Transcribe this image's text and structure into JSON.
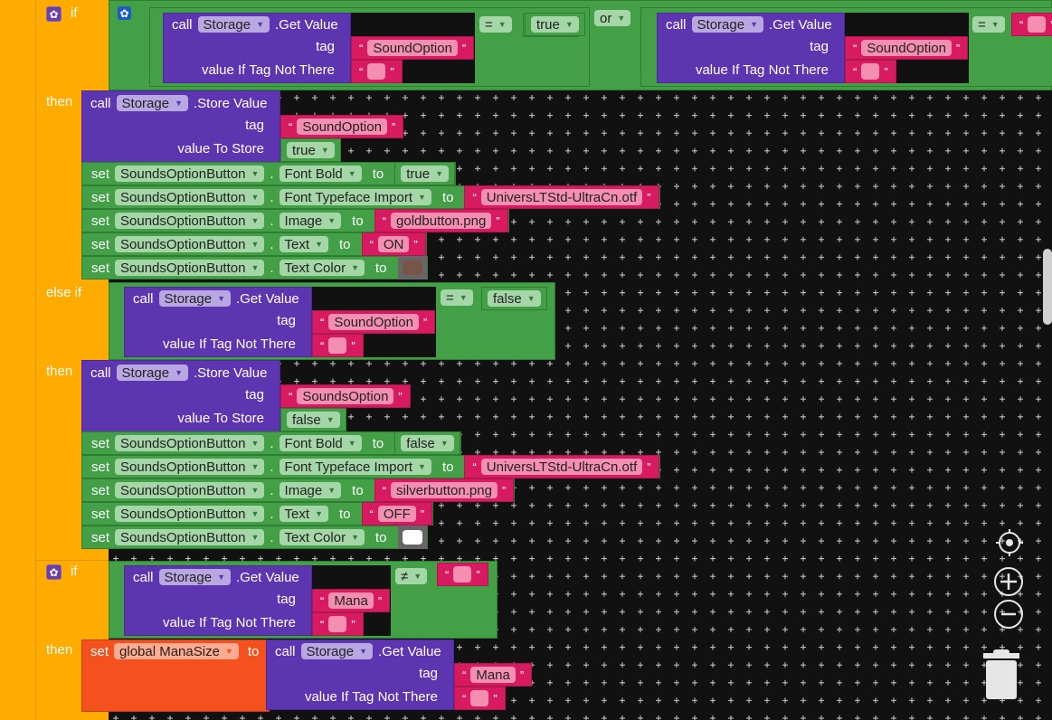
{
  "workspace": {
    "if1": {
      "if_label": "if",
      "then_label": "then",
      "else_if_label": "else if",
      "then2_label": "then",
      "condition": {
        "logic": "or",
        "left": {
          "get": {
            "call": "call",
            "component": "Storage",
            "method": ".Get Value",
            "tag_label": "tag",
            "default_label": "value If Tag Not There",
            "tag": "SoundOption",
            "default": ""
          },
          "op": "=",
          "value": "true"
        },
        "right": {
          "get": {
            "call": "call",
            "component": "Storage",
            "method": ".Get Value",
            "tag_label": "tag",
            "default_label": "value If Tag Not There",
            "tag": "SoundOption",
            "default": ""
          },
          "op": "=",
          "value": ""
        }
      },
      "then": {
        "store": {
          "call": "call",
          "component": "Storage",
          "method": ".Store Value",
          "tag_label": "tag",
          "value_label": "value To Store",
          "tag": "SoundOption",
          "value": "true"
        },
        "sets": [
          {
            "set": "set",
            "component": "SoundsOptionButton",
            "dot": ".",
            "property": "Font Bold",
            "to": "to",
            "type": "bool",
            "value": "true"
          },
          {
            "set": "set",
            "component": "SoundsOptionButton",
            "dot": ".",
            "property": "Font Typeface Import",
            "to": "to",
            "type": "text",
            "value": "UniversLTStd-UltraCn.otf"
          },
          {
            "set": "set",
            "component": "SoundsOptionButton",
            "dot": ".",
            "property": "Image",
            "to": "to",
            "type": "text",
            "value": "goldbutton.png"
          },
          {
            "set": "set",
            "component": "SoundsOptionButton",
            "dot": ".",
            "property": "Text",
            "to": "to",
            "type": "text",
            "value": "ON"
          },
          {
            "set": "set",
            "component": "SoundsOptionButton",
            "dot": ".",
            "property": "Text Color",
            "to": "to",
            "type": "color",
            "value": "#795548"
          }
        ]
      },
      "else_if_condition": {
        "get": {
          "call": "call",
          "component": "Storage",
          "method": ".Get Value",
          "tag_label": "tag",
          "default_label": "value If Tag Not There",
          "tag": "SoundOption",
          "default": ""
        },
        "op": "=",
        "value": "false"
      },
      "else_then": {
        "store": {
          "call": "call",
          "component": "Storage",
          "method": ".Store Value",
          "tag_label": "tag",
          "value_label": "value To Store",
          "tag": "SoundsOption",
          "value": "false"
        },
        "sets": [
          {
            "set": "set",
            "component": "SoundsOptionButton",
            "dot": ".",
            "property": "Font Bold",
            "to": "to",
            "type": "bool",
            "value": "false"
          },
          {
            "set": "set",
            "component": "SoundsOptionButton",
            "dot": ".",
            "property": "Font Typeface Import",
            "to": "to",
            "type": "text",
            "value": "UniversLTStd-UltraCn.otf"
          },
          {
            "set": "set",
            "component": "SoundsOptionButton",
            "dot": ".",
            "property": "Image",
            "to": "to",
            "type": "text",
            "value": "silverbutton.png"
          },
          {
            "set": "set",
            "component": "SoundsOptionButton",
            "dot": ".",
            "property": "Text",
            "to": "to",
            "type": "text",
            "value": "OFF"
          },
          {
            "set": "set",
            "component": "SoundsOptionButton",
            "dot": ".",
            "property": "Text Color",
            "to": "to",
            "type": "color",
            "value": "#ffffff"
          }
        ]
      }
    },
    "if2": {
      "if_label": "if",
      "then_label": "then",
      "condition": {
        "get": {
          "call": "call",
          "component": "Storage",
          "method": ".Get Value",
          "tag_label": "tag",
          "default_label": "value If Tag Not There",
          "tag": "Mana",
          "default": ""
        },
        "op": "≠",
        "value": ""
      },
      "then": {
        "set": "set",
        "variable": "global ManaSize",
        "to": "to",
        "get": {
          "call": "call",
          "component": "Storage",
          "method": ".Get Value",
          "tag_label": "tag",
          "default_label": "value If Tag Not There",
          "tag": "Mana",
          "default": ""
        }
      }
    }
  },
  "controls": {
    "recenter": "target-icon",
    "zoom_in": "plus-icon",
    "zoom_out": "minus-icon",
    "trash": "trash-icon"
  },
  "colors": {
    "control": "#e6e6e6",
    "logic": "#43a047",
    "component": "#5e35b1",
    "text": "#d81b60",
    "control_flow": "#ffab00",
    "variable": "#f4511e"
  }
}
